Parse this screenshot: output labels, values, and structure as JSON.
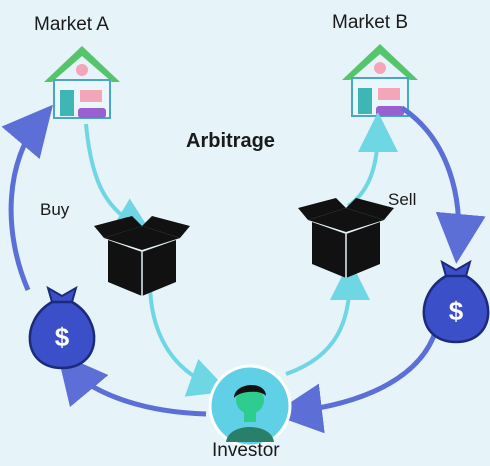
{
  "title": "Arbitrage",
  "markets": {
    "a": {
      "label": "Market A",
      "icon": "house-icon"
    },
    "b": {
      "label": "Market B",
      "icon": "house-icon"
    }
  },
  "steps": {
    "buy": "Buy",
    "sell": "Sell"
  },
  "investor": {
    "label": "Investor",
    "icon": "person-avatar-icon"
  },
  "items": {
    "box_icon": "box-icon",
    "money_bag_icon": "money-bag-icon",
    "money_symbol": "$"
  },
  "colors": {
    "background": "#e6f3f8",
    "flow_arrow_light": "#6fd6e3",
    "flow_arrow_dark": "#5b6fd6",
    "house_roof": "#55c46a",
    "house_wall": "#e9f6fb",
    "house_accent": "#9a5fd0",
    "bag_fill": "#3b4fc9",
    "box_fill": "#111111",
    "investor_circle": "#5fd0e6",
    "investor_face": "#2ecc8f"
  }
}
